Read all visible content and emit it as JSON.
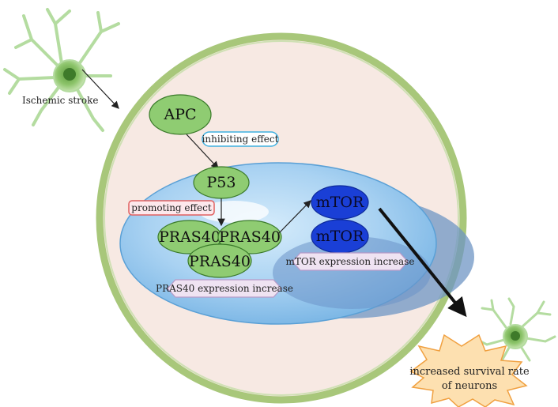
{
  "input_label": "Ischemic stroke",
  "nodes": {
    "apc": "APC",
    "p53": "P53",
    "pras40_left": "PRAS40",
    "pras40_right": "PRAS40",
    "pras40_bottom": "PRAS40",
    "mtor_top": "mTOR",
    "mtor_bottom": "mTOR"
  },
  "tags": {
    "inhibiting": "inhibiting effect",
    "promoting": "promoting effect",
    "pras40_increase": "PRAS40 expression increase",
    "mtor_increase": "mTOR expression increase"
  },
  "outcome": {
    "line1": "increased survival rate",
    "line2": "of neurons"
  },
  "colors": {
    "cell_border": "#a8c77a",
    "cytoplasm": "#f7e9e3",
    "nucleus": "#a9d2f2",
    "protein_green": "#8fcc72",
    "protein_blue": "#1a3fd6",
    "inhibit_tag_border": "#3fb0e0",
    "promote_tag_border": "#e06060",
    "expression_tag_fill": "#efe3f2",
    "burst_fill": "#fde0b0",
    "burst_border": "#f0a040",
    "neuron_green": "#a8d48a"
  }
}
